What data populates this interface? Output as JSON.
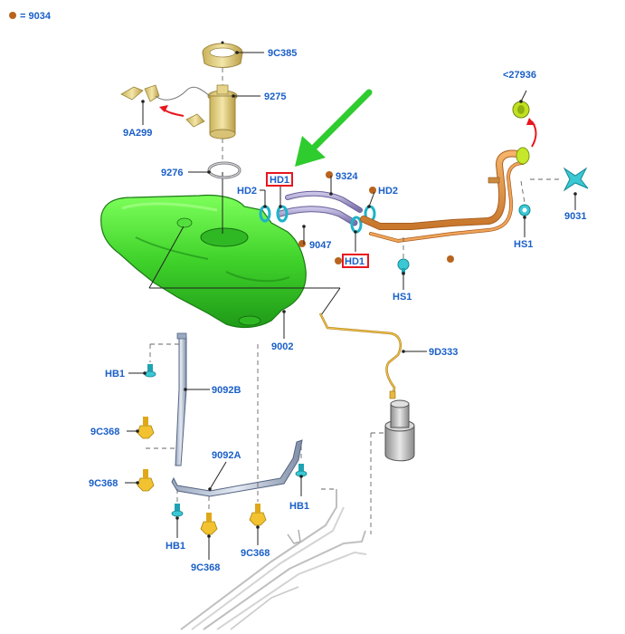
{
  "legend": {
    "symbol_color": "#b8641e",
    "text": "= 9034"
  },
  "highlight": {
    "arrow_color": "#2ecc2e",
    "box_color": "#e8161e",
    "highlighted_part": "9002"
  },
  "labels": {
    "p9C385": "9C385",
    "p9275": "9275",
    "p9A299": "9A299",
    "p9276": "9276",
    "hd1_a": "HD1",
    "hd2_left": "HD2",
    "p9324": "9324",
    "hd2_right": "HD2",
    "p27936": "<27936",
    "p9031": "9031",
    "hs1_right": "HS1",
    "p9047": "9047",
    "hd1_b": "HD1",
    "hs1_mid": "HS1",
    "p9002": "9002",
    "p9D333": "9D333",
    "hb1_left": "HB1",
    "p9092B": "9092B",
    "p9C368_a": "9C368",
    "p9C368_b": "9C368",
    "p9092A": "9092A",
    "hb1_right": "HB1",
    "hb1_bottom": "HB1",
    "p9C368_c": "9C368",
    "p9C368_d": "9C368"
  }
}
